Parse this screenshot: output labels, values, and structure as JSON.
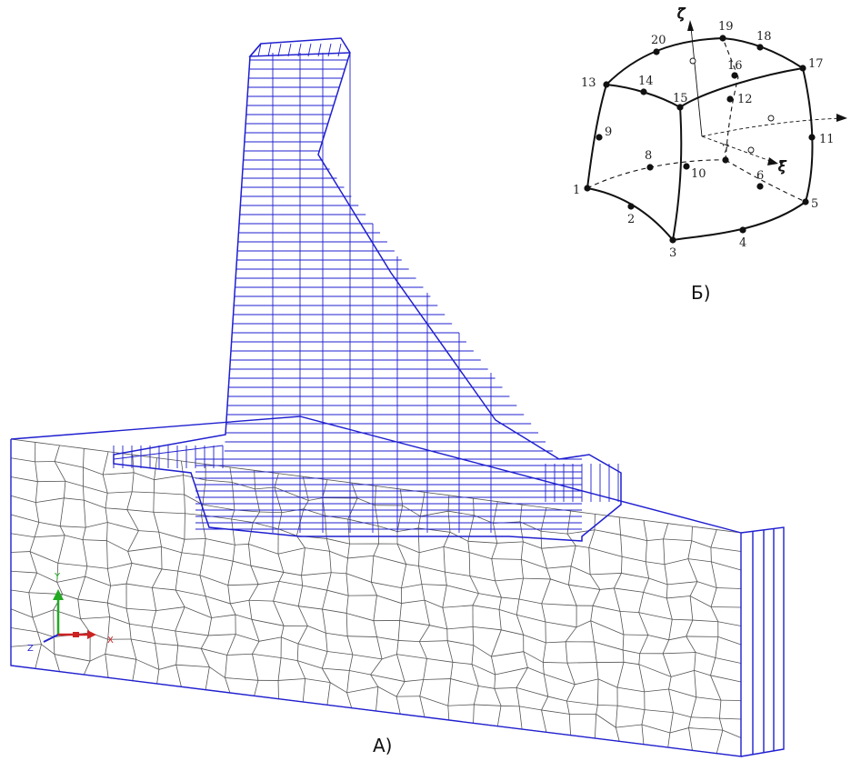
{
  "captions": {
    "a": "А)",
    "b": "Б)"
  },
  "colors": {
    "mesh_blue": "#1f1fd0",
    "mesh_grey": "#555555",
    "axis_y": "#22aa22",
    "axis_x": "#cc2222",
    "axis_z": "#2222cc"
  },
  "triad": {
    "y": "Y",
    "x": "X",
    "z": "Z"
  },
  "element": {
    "nodes": [
      "1",
      "2",
      "3",
      "4",
      "5",
      "6",
      "7",
      "8",
      "9",
      "10",
      "11",
      "12",
      "13",
      "14",
      "15",
      "16",
      "17",
      "18",
      "19",
      "20"
    ],
    "axes": {
      "zeta": "ζ",
      "xi": "ξ"
    }
  }
}
